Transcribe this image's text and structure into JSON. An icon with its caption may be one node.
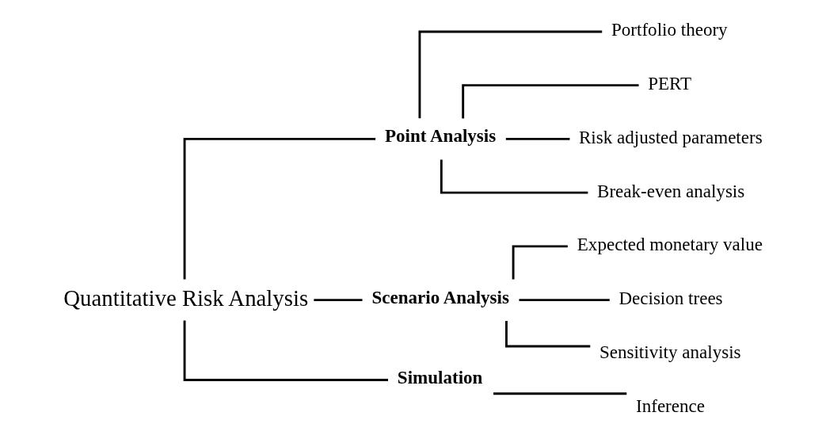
{
  "diagram": {
    "nodes": [
      {
        "text": [
          "Quantitative Risk Analysis"
        ]
      },
      {
        "text": [
          "Point Analysis"
        ]
      },
      {
        "text": [
          "Portfolio theory"
        ]
      },
      {
        "text": [
          "PERT"
        ]
      },
      {
        "text": [
          "Risk adjusted parameters"
        ]
      },
      {
        "text": [
          "Break-even analysis"
        ]
      },
      {
        "text": [
          "Scenario Analysis"
        ]
      },
      {
        "text": [
          "Expected monetary value"
        ]
      },
      {
        "text": [
          "Decision trees"
        ]
      },
      {
        "text": [
          "Sensitivity analysis"
        ]
      },
      {
        "text": [
          "Simulation"
        ]
      },
      {
        "text": [
          "Inference"
        ]
      }
    ],
    "edges": [
      {
        "from": 0,
        "to": 1,
        "arrow": "none"
      },
      {
        "from": 0,
        "to": 6,
        "arrow": "none"
      },
      {
        "from": 0,
        "to": 10,
        "arrow": "none"
      },
      {
        "from": 1,
        "to": 2,
        "arrow": "none"
      },
      {
        "from": 1,
        "to": 3,
        "arrow": "none"
      },
      {
        "from": 1,
        "to": 4,
        "arrow": "none"
      },
      {
        "from": 1,
        "to": 5,
        "arrow": "none"
      },
      {
        "from": 6,
        "to": 7,
        "arrow": "none"
      },
      {
        "from": 6,
        "to": 8,
        "arrow": "none"
      },
      {
        "from": 6,
        "to": 9,
        "arrow": "none"
      },
      {
        "from": 10,
        "to": 11,
        "arrow": "none"
      }
    ]
  }
}
